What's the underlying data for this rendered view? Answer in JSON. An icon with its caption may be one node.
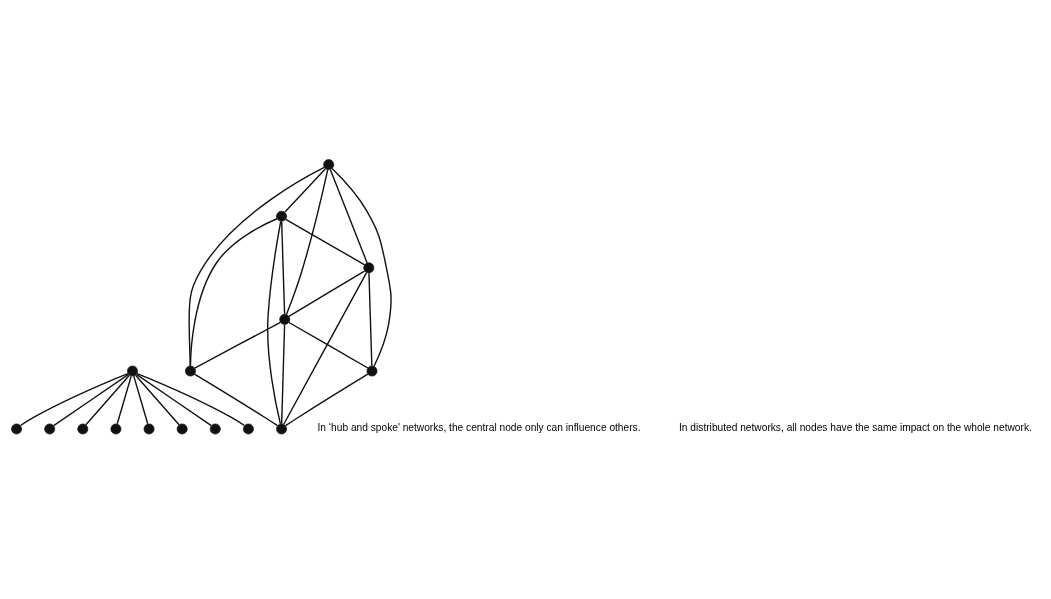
{
  "diagram": {
    "nodes": [
      {
        "text": [],
        "shape": "circle"
      },
      {
        "text": [],
        "shape": "circle"
      },
      {
        "text": [],
        "shape": "circle"
      },
      {
        "text": [],
        "shape": "circle"
      },
      {
        "text": [],
        "shape": "circle"
      },
      {
        "text": [],
        "shape": "circle"
      },
      {
        "text": [],
        "shape": "circle"
      },
      {
        "text": [],
        "shape": "circle"
      },
      {
        "text": [],
        "shape": "circle"
      },
      {
        "text": [],
        "shape": "circle"
      },
      {
        "text": [],
        "shape": "circle"
      },
      {
        "text": [],
        "shape": "circle"
      },
      {
        "text": [],
        "shape": "circle"
      },
      {
        "text": [],
        "shape": "circle"
      },
      {
        "text": [],
        "shape": "circle"
      },
      {
        "text": [],
        "shape": "circle"
      }
    ],
    "edges": [
      {
        "from": 4,
        "to": 0,
        "arrow": "none"
      },
      {
        "from": 4,
        "to": 1,
        "arrow": "none"
      },
      {
        "from": 4,
        "to": 2,
        "arrow": "none"
      },
      {
        "from": 4,
        "to": 3,
        "arrow": "none"
      },
      {
        "from": 4,
        "to": 5,
        "arrow": "none"
      },
      {
        "from": 4,
        "to": 6,
        "arrow": "none"
      },
      {
        "from": 4,
        "to": 7,
        "arrow": "none"
      },
      {
        "from": 4,
        "to": 8,
        "arrow": "none"
      },
      {
        "from": 9,
        "to": 10,
        "arrow": "none"
      },
      {
        "from": 9,
        "to": 11,
        "arrow": "none"
      },
      {
        "from": 9,
        "to": 12,
        "arrow": "none"
      },
      {
        "from": 9,
        "to": 13,
        "arrow": "none"
      },
      {
        "from": 9,
        "to": 14,
        "arrow": "none"
      },
      {
        "from": 11,
        "to": 10,
        "arrow": "none"
      },
      {
        "from": 11,
        "to": 12,
        "arrow": "none"
      },
      {
        "from": 11,
        "to": 14,
        "arrow": "none"
      },
      {
        "from": 11,
        "to": 15,
        "arrow": "none"
      },
      {
        "from": 10,
        "to": 12,
        "arrow": "none"
      },
      {
        "from": 10,
        "to": 13,
        "arrow": "none"
      },
      {
        "from": 10,
        "to": 15,
        "arrow": "none"
      },
      {
        "from": 12,
        "to": 13,
        "arrow": "none"
      },
      {
        "from": 12,
        "to": 14,
        "arrow": "none"
      },
      {
        "from": 12,
        "to": 15,
        "arrow": "none"
      },
      {
        "from": 14,
        "to": 15,
        "arrow": "none"
      },
      {
        "from": 13,
        "to": 15,
        "arrow": "none"
      }
    ],
    "labels": [
      "In ‘hub and spoke' networks, the central node only can influence others.",
      "In distributed networks, all nodes have the same impact on the whole network."
    ]
  }
}
